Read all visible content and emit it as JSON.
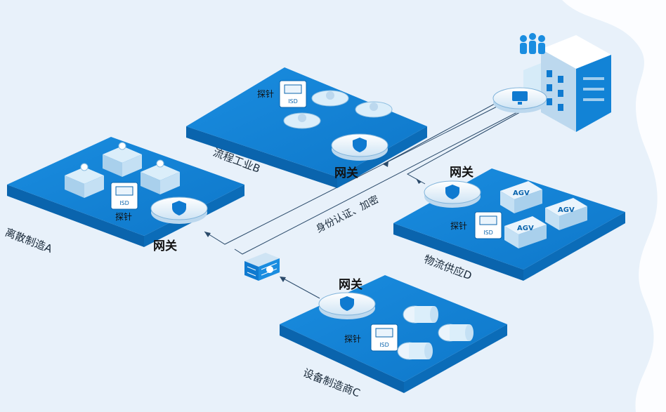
{
  "colors": {
    "background": "#e8f1fa",
    "platform_top": "#1283d6",
    "platform_side": "#0a64ad",
    "accent_light": "#d6ebf8",
    "line": "#2a4a6a"
  },
  "platforms": {
    "a": {
      "label": "离散制造A",
      "gateway": "网关",
      "probe": "探针"
    },
    "b": {
      "label": "流程工业B",
      "gateway": "网关",
      "probe": "探针"
    },
    "c": {
      "label": "设备制造商C",
      "gateway": "网关",
      "probe": "探针"
    },
    "d": {
      "label": "物流供应D",
      "gateway": "网关",
      "probe": "探针"
    }
  },
  "link_label": "身份认证、加密",
  "isd_text": "ISD",
  "agv_text": "AGV",
  "icons": {
    "users": "users-icon",
    "building": "building-icon",
    "monitor": "monitor-icon",
    "firewall": "firewall-icon",
    "gateway": "gateway-shield-icon",
    "probe": "isd-probe-icon"
  }
}
